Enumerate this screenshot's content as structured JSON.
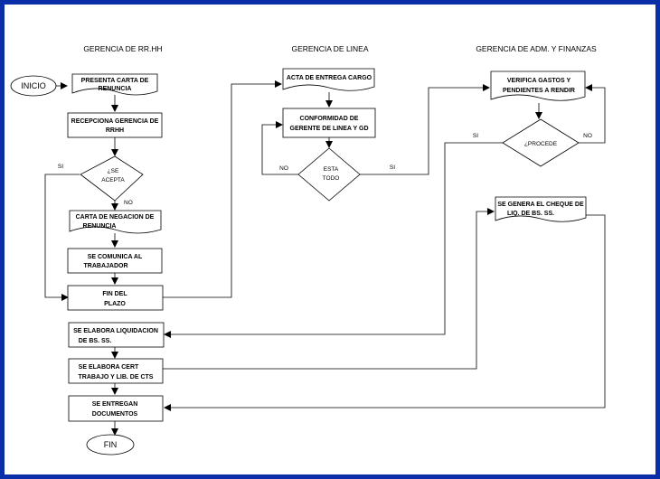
{
  "lanes": {
    "rrhh": "GERENCIA DE RR.HH",
    "linea": "GERENCIA DE LINEA",
    "adm": "GERENCIA DE ADM. Y FINANZAS"
  },
  "nodes": {
    "inicio": "INICIO",
    "presenta_1": "PRESENTA CARTA DE",
    "presenta_2": "RENUNCIA",
    "recepciona_1": "RECEPCIONA GERENCIA DE",
    "recepciona_2": "RRHH",
    "acepta_1": "¿SE",
    "acepta_2": "ACEPTA",
    "negacion_1": "CARTA DE NEGACION DE",
    "negacion_2": "RENUNCIA",
    "comunica_1": "SE COMUNICA AL",
    "comunica_2": "TRABAJADOR",
    "fin_plazo_1": "FIN DEL",
    "fin_plazo_2": "PLAZO",
    "liquidacion_1": "SE ELABORA LIQUIDACION",
    "liquidacion_2": "DE BS. SS.",
    "cert_1": "SE ELABORA CERT",
    "cert_2": "TRABAJO Y LIB. DE CTS",
    "entregan_1": "SE ENTREGAN",
    "entregan_2": "DOCUMENTOS",
    "fin": "FIN",
    "acta": "ACTA DE ENTREGA CARGO",
    "conformidad_1": "CONFORMIDAD DE",
    "conformidad_2": "GERENTE DE LINEA Y GD",
    "todo_1": "ESTA",
    "todo_2": "TODO",
    "verifica_1": "VERIFICA GASTOS Y",
    "verifica_2": "PENDIENTES A RENDIR",
    "procede": "¿PROCEDE",
    "cheque_1": "SE GENERA EL CHEQUE DE",
    "cheque_2": "LIQ. DE BS. SS."
  },
  "edges": {
    "acepta_si": "SI",
    "acepta_no": "NO",
    "todo_no": "NO",
    "todo_si": "SI",
    "procede_si": "SI",
    "procede_no": "NO"
  },
  "colors": {
    "frame": "#0a2ea8",
    "stroke": "#000000"
  }
}
